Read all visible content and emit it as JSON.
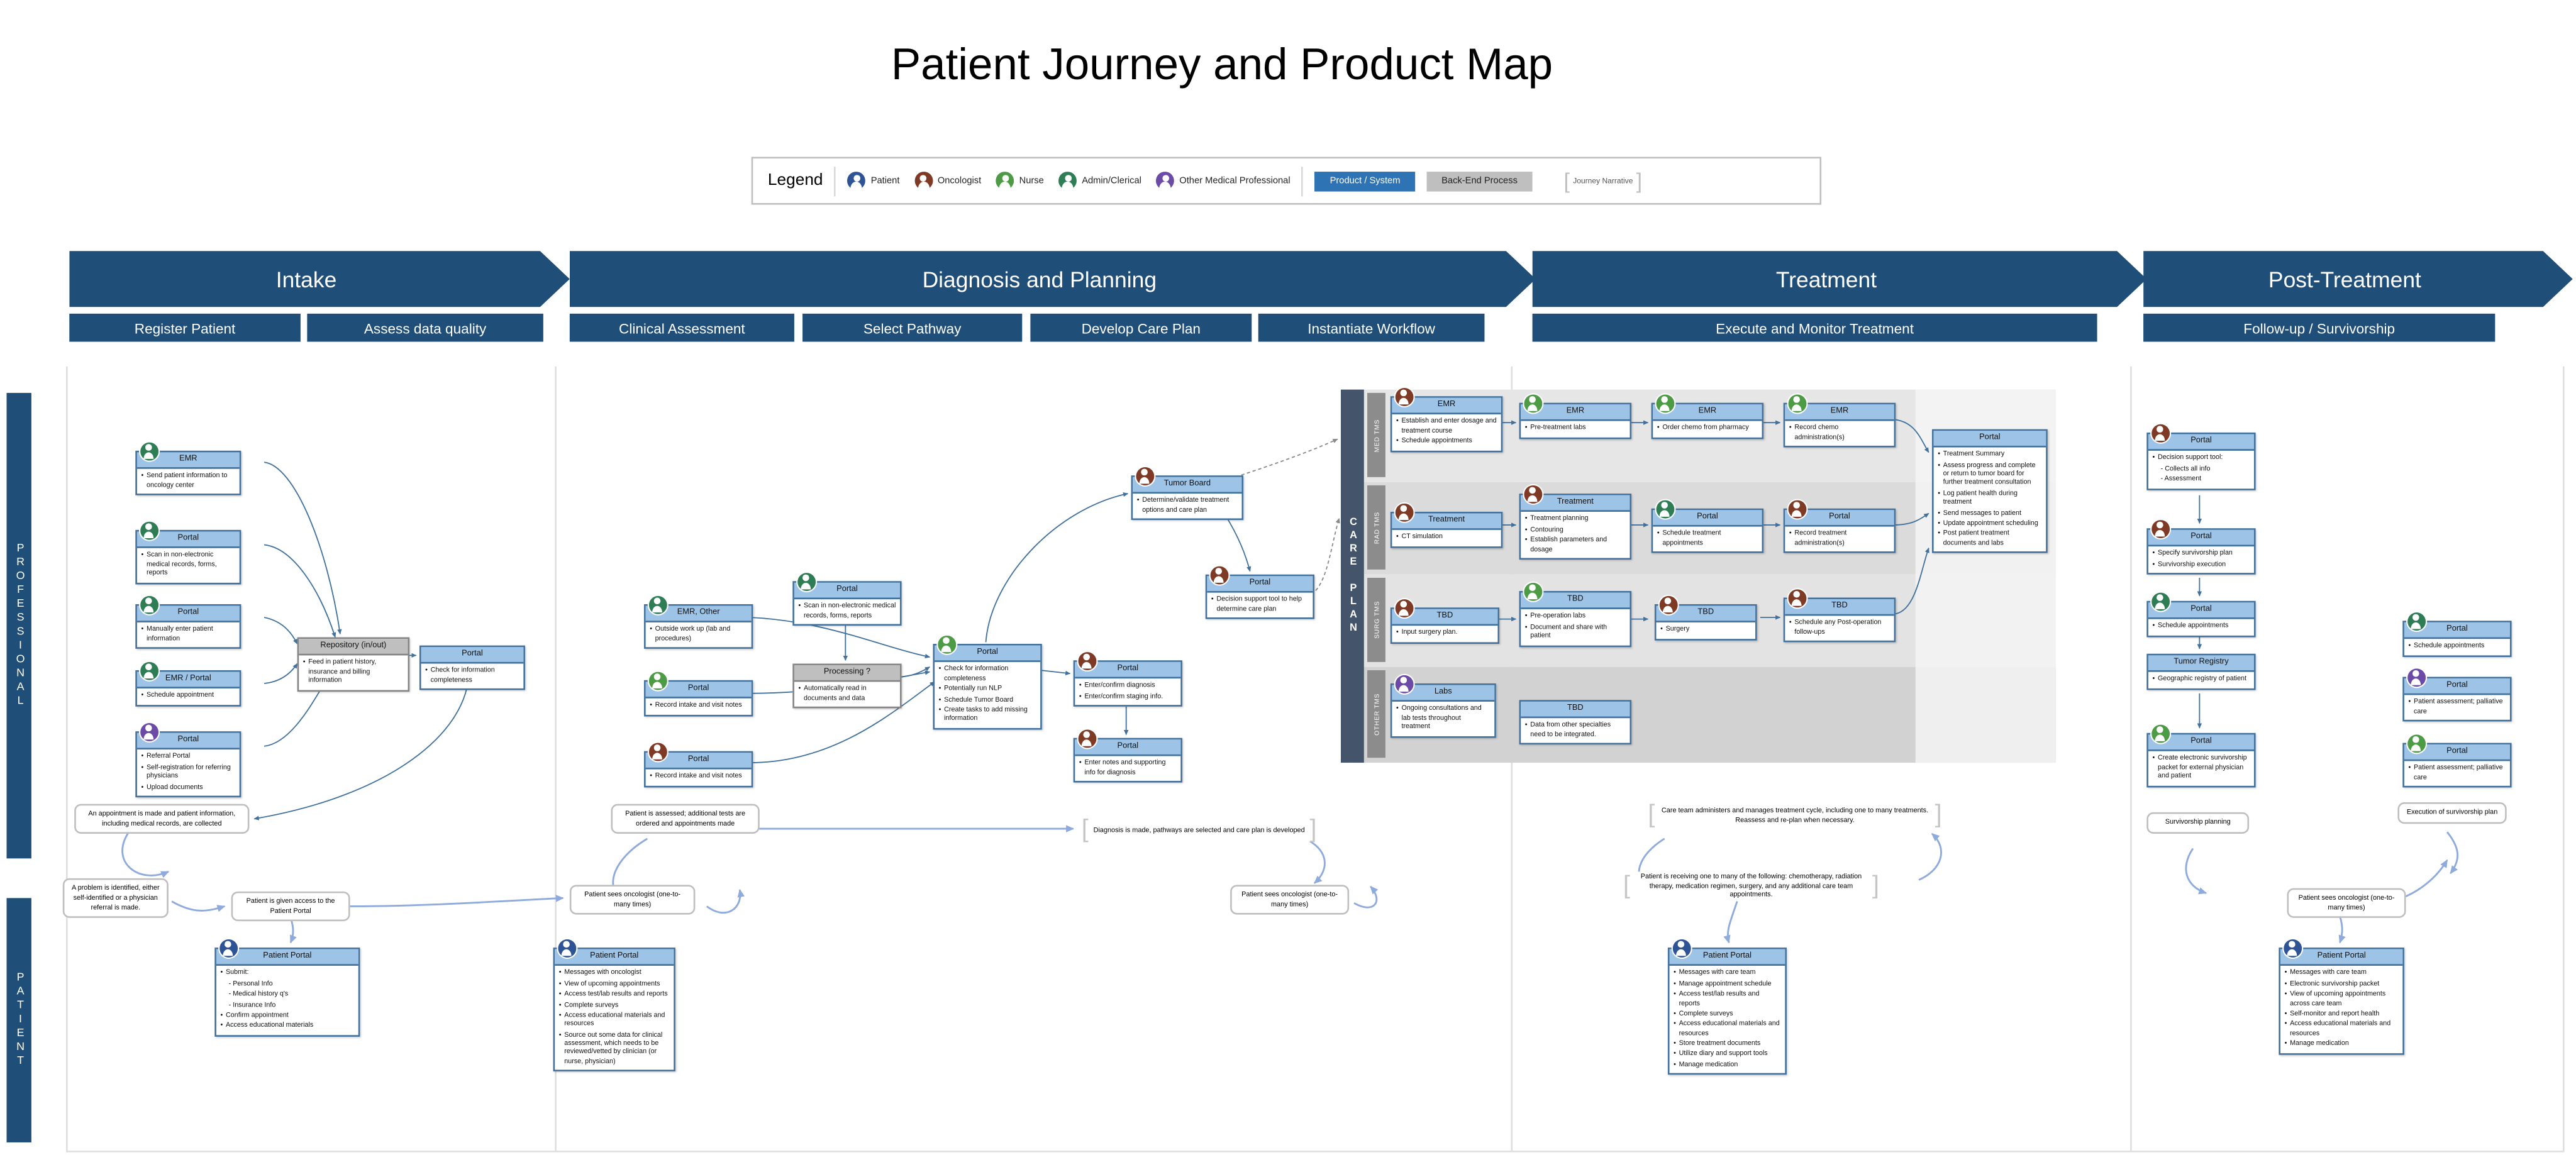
{
  "title": "Patient Journey and Product Map",
  "legend": {
    "label": "Legend",
    "actors": [
      {
        "key": "patient",
        "label": "Patient",
        "color": "#2F5496"
      },
      {
        "key": "oncologist",
        "label": "Oncologist",
        "color": "#7E3A24"
      },
      {
        "key": "nurse",
        "label": "Nurse",
        "color": "#4E9B45"
      },
      {
        "key": "admin",
        "label": "Admin/Clerical",
        "color": "#2F7D55"
      },
      {
        "key": "other",
        "label": "Other Medical Professional",
        "color": "#6C4BA6"
      }
    ],
    "product_label": "Product / System",
    "backend_label": "Back-End Process",
    "narrative_label": "Journey Narrative"
  },
  "side_lanes": {
    "professional": "PROFESSIONAL",
    "patient": "PATIENT"
  },
  "phases": [
    {
      "name": "Intake",
      "subphases": [
        "Register Patient",
        "Assess data quality"
      ]
    },
    {
      "name": "Diagnosis and Planning",
      "subphases": [
        "Clinical Assessment",
        "Select Pathway",
        "Develop Care Plan",
        "Instantiate Workflow"
      ]
    },
    {
      "name": "Treatment",
      "subphases": [
        "Execute and Monitor Treatment"
      ]
    },
    {
      "name": "Post-Treatment",
      "subphases": [
        "Follow-up / Survivorship"
      ]
    }
  ],
  "care_plan": {
    "label": "CARE PLAN",
    "lanes": [
      "MED TMS",
      "RAD TMS",
      "SURG TMS",
      "OTHER TMS"
    ]
  },
  "nodes": [
    {
      "id": "i1",
      "title": "EMR",
      "kind": "product",
      "actor": "admin",
      "bullets": [
        "Send patient information to oncology center"
      ]
    },
    {
      "id": "i2",
      "title": "Portal",
      "kind": "product",
      "actor": "admin",
      "bullets": [
        "Scan in non-electronic medical records, forms, reports"
      ]
    },
    {
      "id": "i3",
      "title": "Portal",
      "kind": "product",
      "actor": "admin",
      "bullets": [
        "Manually enter patient information"
      ]
    },
    {
      "id": "i4",
      "title": "EMR / Portal",
      "kind": "product",
      "actor": "admin",
      "bullets": [
        "Schedule appointment"
      ]
    },
    {
      "id": "i5",
      "title": "Portal",
      "kind": "product",
      "actor": "other",
      "bullets": [
        "Referral Portal",
        "Self-registration for referring physicians",
        "Upload documents"
      ]
    },
    {
      "id": "i6",
      "title": "Repository (in/out)",
      "kind": "backend",
      "bullets": [
        "Feed in patient history, insurance and billing information"
      ]
    },
    {
      "id": "i7",
      "title": "Portal",
      "kind": "product",
      "bullets": [
        "Check for information completeness"
      ]
    },
    {
      "id": "pp1",
      "title": "Patient Portal",
      "kind": "product",
      "actor": "patient",
      "bullets": [
        "Submit:",
        "- Personal Info",
        "- Medical history q's",
        "- Insurance Info",
        "Confirm appointment",
        "Access educational materials"
      ]
    },
    {
      "id": "d1",
      "title": "EMR, Other",
      "kind": "product",
      "actor": "admin",
      "bullets": [
        "Outside work up (lab and procedures)"
      ]
    },
    {
      "id": "d2",
      "title": "Portal",
      "kind": "product",
      "actor": "admin",
      "bullets": [
        "Scan in non-electronic medical records, forms, reports"
      ]
    },
    {
      "id": "d3",
      "title": "Processing ?",
      "kind": "backend",
      "bullets": [
        "Automatically read in documents and data"
      ]
    },
    {
      "id": "d4",
      "title": "Portal",
      "kind": "product",
      "actor": "nurse",
      "bullets": [
        "Record intake and visit notes"
      ]
    },
    {
      "id": "d5",
      "title": "Portal",
      "kind": "product",
      "actor": "oncologist",
      "bullets": [
        "Record intake and visit notes"
      ]
    },
    {
      "id": "d6",
      "title": "Portal",
      "kind": "product",
      "actor": "nurse",
      "bullets": [
        "Check for information completeness",
        "Potentially run NLP",
        "Schedule Tumor Board",
        "Create tasks to add missing information"
      ]
    },
    {
      "id": "d7",
      "title": "Tumor Board",
      "kind": "product",
      "actor": "oncologist",
      "bullets": [
        "Determine/validate treatment options and care plan"
      ]
    },
    {
      "id": "d8",
      "title": "Portal",
      "kind": "product",
      "actor": "oncologist",
      "bullets": [
        "Decision support tool to help determine care plan"
      ]
    },
    {
      "id": "d9",
      "title": "Portal",
      "kind": "product",
      "actor": "oncologist",
      "bullets": [
        "Enter/confirm diagnosis",
        "Enter/confirm staging info."
      ]
    },
    {
      "id": "d10",
      "title": "Portal",
      "kind": "product",
      "actor": "oncologist",
      "bullets": [
        "Enter notes and supporting info for diagnosis"
      ]
    },
    {
      "id": "pp2",
      "title": "Patient Portal",
      "kind": "product",
      "actor": "patient",
      "bullets": [
        "Messages with oncologist",
        "View of upcoming appointments",
        "Access test/lab results and reports",
        "Complete surveys",
        "Access educational materials and resources",
        "Source out some data for clinical assessment, which needs to be reviewed/vetted by clinician (or nurse, physician)"
      ]
    },
    {
      "id": "t1",
      "title": "EMR",
      "kind": "product",
      "actor": "oncologist",
      "bullets": [
        "Establish and enter dosage and treatment course",
        "Schedule appointments"
      ]
    },
    {
      "id": "t2",
      "title": "EMR",
      "kind": "product",
      "actor": "nurse",
      "bullets": [
        "Pre-treatment labs"
      ]
    },
    {
      "id": "t3",
      "title": "EMR",
      "kind": "product",
      "actor": "nurse",
      "bullets": [
        "Order chemo from pharmacy"
      ]
    },
    {
      "id": "t4",
      "title": "EMR",
      "kind": "product",
      "actor": "nurse",
      "bullets": [
        "Record chemo administration(s)"
      ]
    },
    {
      "id": "t5",
      "title": "Treatment",
      "kind": "product",
      "actor": "oncologist",
      "bullets": [
        "CT simulation"
      ]
    },
    {
      "id": "t6",
      "title": "Treatment",
      "kind": "product",
      "actor": "oncologist",
      "bullets": [
        "Treatment planning",
        "Contouring",
        "Establish parameters and dosage"
      ]
    },
    {
      "id": "t7",
      "title": "Portal",
      "kind": "product",
      "actor": "admin",
      "bullets": [
        "Schedule treatment appointments"
      ]
    },
    {
      "id": "t8",
      "title": "Portal",
      "kind": "product",
      "actor": "oncologist",
      "bullets": [
        "Record treatment administration(s)"
      ]
    },
    {
      "id": "t9",
      "title": "TBD",
      "kind": "product",
      "actor": "oncologist",
      "bullets": [
        "Input surgery plan."
      ]
    },
    {
      "id": "t10",
      "title": "TBD",
      "kind": "product",
      "actor": "nurse",
      "bullets": [
        "Pre-operation labs",
        "Document and share with patient"
      ]
    },
    {
      "id": "t11",
      "title": "TBD",
      "kind": "product",
      "actor": "oncologist",
      "bullets": [
        "Surgery"
      ]
    },
    {
      "id": "t12",
      "title": "TBD",
      "kind": "product",
      "actor": "oncologist",
      "bullets": [
        "Schedule any Post-operation  follow-ups"
      ]
    },
    {
      "id": "t13",
      "title": "Labs",
      "kind": "product",
      "actor": "other",
      "bullets": [
        "Ongoing consultations and lab tests throughout treatment"
      ]
    },
    {
      "id": "t14",
      "title": "TBD",
      "kind": "product",
      "bullets": [
        "Data from other specialties need to be integrated."
      ]
    },
    {
      "id": "t15",
      "title": "Portal",
      "kind": "product",
      "bullets": [
        "Treatment Summary",
        "Assess progress and complete or return to tumor board for further treatment consultation",
        "Log patient health during treatment",
        "Send messages to patient",
        "Update appointment scheduling",
        "Post patient treatment documents and labs"
      ]
    },
    {
      "id": "pp3",
      "title": "Patient Portal",
      "kind": "product",
      "actor": "patient",
      "bullets": [
        "Messages with care team",
        "Manage appointment schedule",
        "Access test/lab results and reports",
        "Complete surveys",
        "Access educational materials and resources",
        "Store treatment documents",
        "Utilize diary and support tools",
        "Manage medication"
      ]
    },
    {
      "id": "p1",
      "title": "Portal",
      "kind": "product",
      "actor": "oncologist",
      "bullets": [
        "Decision support tool:",
        "- Collects all info",
        "- Assessment"
      ]
    },
    {
      "id": "p2",
      "title": "Portal",
      "kind": "product",
      "actor": "oncologist",
      "bullets": [
        "Specify survivorship plan",
        "Survivorship execution"
      ]
    },
    {
      "id": "p3",
      "title": "Portal",
      "kind": "product",
      "actor": "admin",
      "bullets": [
        "Schedule appointments"
      ]
    },
    {
      "id": "p4",
      "title": "Tumor Registry",
      "kind": "product",
      "bullets": [
        "Geographic registry of patient"
      ]
    },
    {
      "id": "p5",
      "title": "Portal",
      "kind": "product",
      "actor": "nurse",
      "bullets": [
        "Create electronic survivorship packet for external physician and patient"
      ]
    },
    {
      "id": "p6",
      "title": "Portal",
      "kind": "product",
      "actor": "admin",
      "bullets": [
        "Schedule appointments"
      ]
    },
    {
      "id": "p7",
      "title": "Portal",
      "kind": "product",
      "actor": "other",
      "bullets": [
        "Patient assessment; palliative care"
      ]
    },
    {
      "id": "p8",
      "title": "Portal",
      "kind": "product",
      "actor": "nurse",
      "bullets": [
        "Patient assessment; palliative care"
      ]
    },
    {
      "id": "pp4",
      "title": "Patient Portal",
      "kind": "product",
      "actor": "patient",
      "bullets": [
        "Messages with care team",
        "Electronic survivorship packet",
        "View of upcoming appointments across care team",
        "Self-monitor and report health",
        "Access educational materials and resources",
        "Manage medication"
      ]
    }
  ],
  "narratives": [
    {
      "id": "n1",
      "text": "An appointment is made and patient information, including medical records, are collected"
    },
    {
      "id": "n2",
      "text": "A problem is identified, either self-identified or a physician referral is made."
    },
    {
      "id": "n3",
      "text": "Patient is given access to the Patient Portal"
    },
    {
      "id": "n4",
      "text": "Patient is assessed; additional tests are ordered and appointments made"
    },
    {
      "id": "n5",
      "text": "Patient sees oncologist (one-to-many times)"
    },
    {
      "id": "n6",
      "text": "Diagnosis is made, pathways are selected and care plan is developed"
    },
    {
      "id": "n7",
      "text": "Patient sees oncologist (one-to-many times)"
    },
    {
      "id": "n8",
      "text": "Care team administers and manages treatment cycle, including one to many treatments.  Reassess and re-plan when necessary."
    },
    {
      "id": "n9",
      "text": "Patient is receiving one to many of the following: chemotherapy, radiation therapy, medication regimen, surgery, and any additional care team appointments."
    },
    {
      "id": "n10",
      "text": "Survivorship planning"
    },
    {
      "id": "n11",
      "text": "Execution of survivorship plan"
    },
    {
      "id": "n12",
      "text": "Patient sees oncologist (one-to-many times)"
    }
  ]
}
